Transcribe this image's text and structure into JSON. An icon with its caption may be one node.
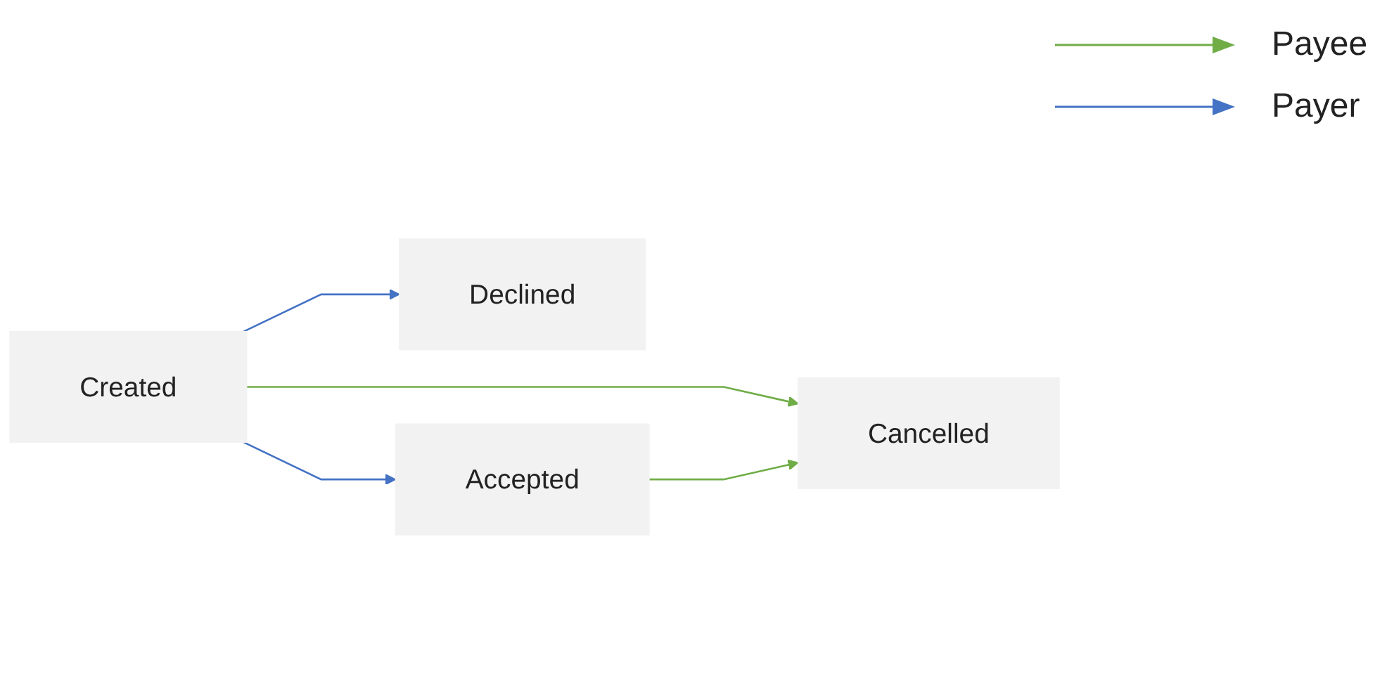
{
  "diagram": {
    "nodes": [
      {
        "text": [
          "Created"
        ]
      },
      {
        "text": [
          "Declined"
        ]
      },
      {
        "text": [
          "Accepted"
        ]
      },
      {
        "text": [
          "Cancelled"
        ]
      }
    ],
    "edges": [
      {
        "from": 0,
        "to": 1,
        "arrow": "to",
        "color": "#4472c4"
      },
      {
        "from": 0,
        "to": 2,
        "arrow": "to",
        "color": "#4472c4"
      },
      {
        "from": 0,
        "to": 3,
        "arrow": "to",
        "color": "#70ad47"
      },
      {
        "from": 2,
        "to": 3,
        "arrow": "to",
        "color": "#70ad47"
      }
    ],
    "legend": [
      {
        "text": "Payee"
      },
      {
        "text": "Payer"
      }
    ]
  }
}
